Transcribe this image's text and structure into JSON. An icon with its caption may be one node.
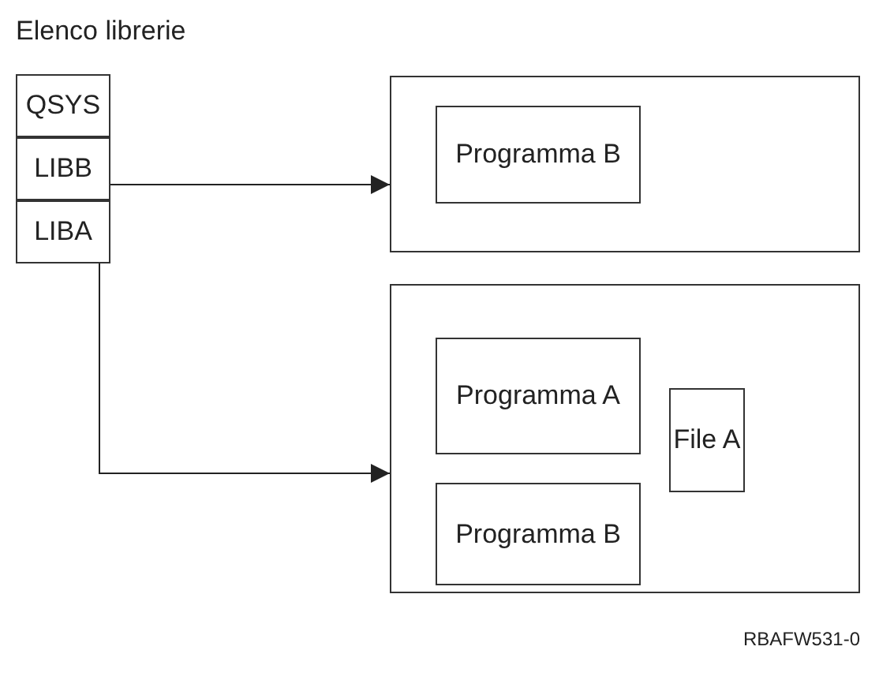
{
  "diagram": {
    "title": "Elenco librerie",
    "nodes": [
      {
        "text": [
          "QSYS"
        ]
      },
      {
        "text": [
          "LIBB"
        ]
      },
      {
        "text": [
          "LIBA"
        ]
      },
      {
        "text": [],
        "shape": "box"
      },
      {
        "text": [
          "Programma B"
        ],
        "in": 3
      },
      {
        "text": [],
        "shape": "box"
      },
      {
        "text": [
          "Programma A"
        ],
        "in": 5
      },
      {
        "text": [
          "File A"
        ],
        "in": 5
      },
      {
        "text": [
          "Programma B"
        ],
        "in": 5
      }
    ],
    "edges": [
      {
        "from": 1,
        "to": 3,
        "arrow": "to"
      },
      {
        "from": 2,
        "to": 5,
        "arrow": "to"
      }
    ],
    "labels": [
      "RBAFW531-0"
    ]
  }
}
